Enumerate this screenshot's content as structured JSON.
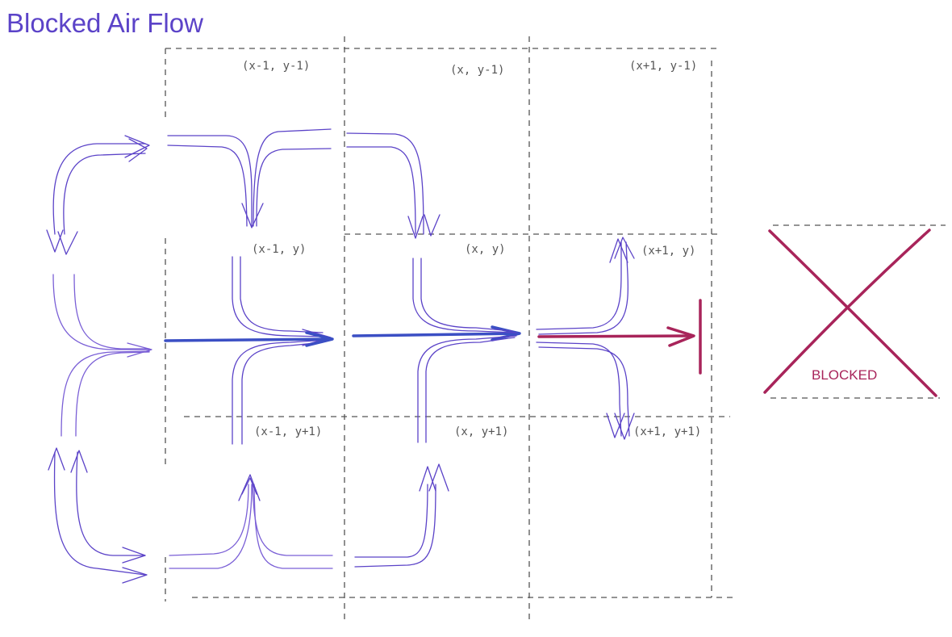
{
  "title": "Blocked Air Flow",
  "cells": {
    "top_left": "(x-1, y-1)",
    "top_center": "(x, y-1)",
    "top_right": "(x+1, y-1)",
    "mid_left": "(x-1, y)",
    "mid_center": "(x, y)",
    "mid_right": "(x+1, y)",
    "bot_left": "(x-1, y+1)",
    "bot_center": "(x, y+1)",
    "bot_right": "(x+1, y+1)"
  },
  "blocked_label": "BLOCKED",
  "colors": {
    "flow": "#5b43c8",
    "main_flow": "#3b4fc4",
    "blocked": "#a8245a",
    "grid": "#555555"
  }
}
